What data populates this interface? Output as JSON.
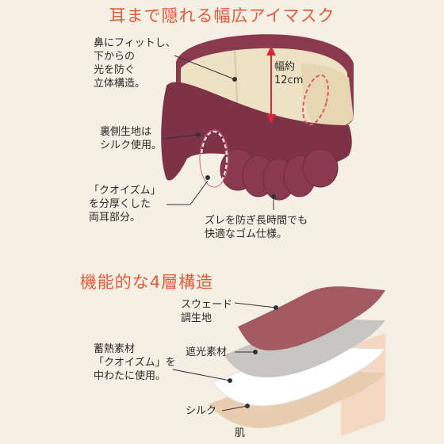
{
  "section1": {
    "title": "耳まで隠れる幅広アイマスク",
    "width_label": [
      "幅約",
      "12cm"
    ],
    "notes": {
      "nose": [
        "鼻にフィットし、",
        "下からの",
        "光を防ぐ",
        "立体構造。"
      ],
      "silk": [
        "裏側生地は",
        "シルク使用。"
      ],
      "ear": [
        "「クオイズム」",
        "を分厚くした",
        "両耳部分。"
      ],
      "rubber": [
        "ズレを防ぎ長時間でも",
        "快適なゴム仕様。"
      ]
    }
  },
  "section2": {
    "title": "機能的な4層構造",
    "layers": {
      "suede": [
        "スウェード",
        "調生地"
      ],
      "blackout": "遮光素材",
      "quoism": [
        "蓄熱素材",
        "「クオイズム」を",
        "中わたに使用。"
      ],
      "silk": "シルク",
      "skin": "肌"
    }
  },
  "colors": {
    "title": "#e25a3a",
    "fabric": "#8a3a4e",
    "fabric_dark": "#6e2a3c",
    "lining": "#eee2c4",
    "suede_layer": "#a45a62",
    "blackout_layer": "#c8c6c4",
    "silk_layer": "#e8cdb0",
    "skin": "#f4d8c4",
    "arrow": "#d6263a"
  }
}
